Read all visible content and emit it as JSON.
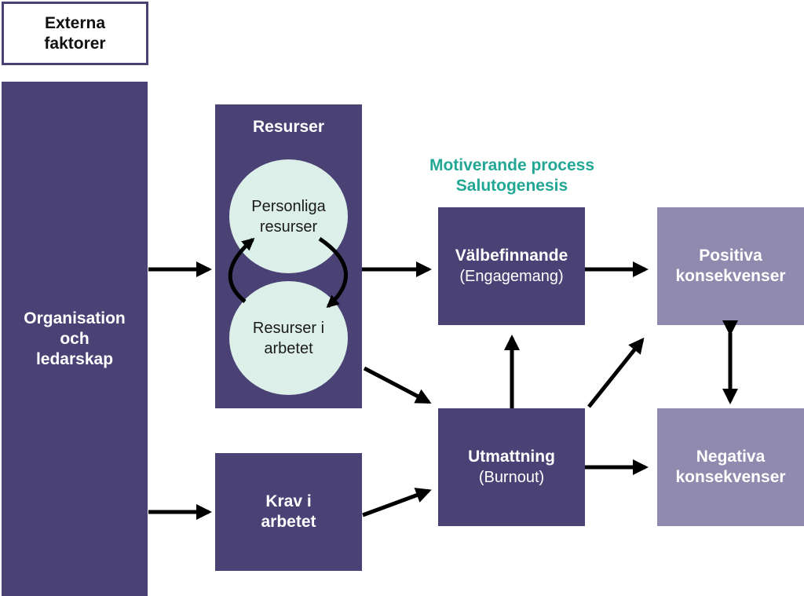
{
  "external": {
    "label": "Externa\nfaktorer"
  },
  "organisation": {
    "label": "Organisation\noch\nledarskap"
  },
  "resources": {
    "title": "Resurser",
    "personal": "Personliga\nresurser",
    "work": "Resurser i\narbetet"
  },
  "demands": {
    "label": "Krav i\narbetet"
  },
  "process": {
    "line1": "Motiverande process",
    "line2": "Salutogenesis"
  },
  "wellbeing": {
    "title": "Välbefinnande",
    "sub": "(Engagemang)"
  },
  "exhaustion": {
    "title": "Utmattning",
    "sub": "(Burnout)"
  },
  "positive": {
    "label": "Positiva\nkonsekvenser"
  },
  "negative": {
    "label": "Negativa\nkonsekvenser"
  },
  "colors": {
    "dark_box": "#4a4275",
    "light_box": "#918aaf",
    "circle": "#dcefe9",
    "accent_text": "#23a795",
    "arrow": "#000000"
  }
}
